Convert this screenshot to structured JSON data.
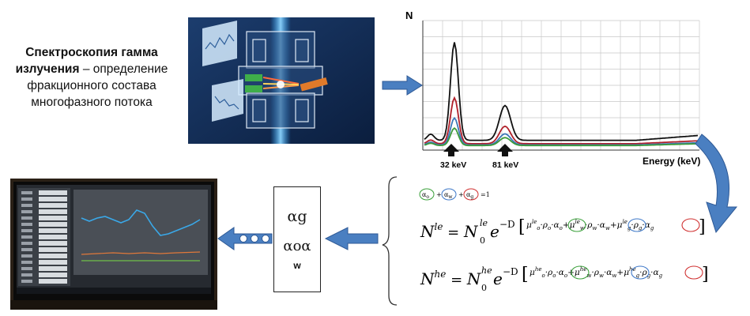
{
  "title": {
    "bold": "Спектроскопия гамма излучения",
    "rest": " – определение фракционного состава многофазного потока"
  },
  "spectrum": {
    "y_label": "N",
    "x_label": "Energy (keV)",
    "peak1_label": "32 keV",
    "peak2_label": "81 keV"
  },
  "alpha_box": {
    "line1": "αg",
    "line2": "αoα",
    "line3": "w"
  },
  "formulas": {
    "constraint_rhs": "=1",
    "alpha_o": "α",
    "sub_o": "o",
    "sub_w": "w",
    "sub_g": "g",
    "N": "N",
    "sup_le": "le",
    "sup_he": "he",
    "N0": "N",
    "zero": "0",
    "e": "e",
    "minusD": "−D",
    "mu": "μ",
    "rho": "ρ",
    "dot": "·",
    "plus": "+"
  },
  "colors": {
    "arrow": "#4a7fc1",
    "spectrum_black": "#111111",
    "spectrum_red": "#b0202a",
    "spectrum_blue": "#3d78b8",
    "spectrum_green": "#3b9a3b",
    "circle_green": "#3aa03a",
    "circle_blue": "#3d78c8",
    "circle_red": "#d03030"
  }
}
